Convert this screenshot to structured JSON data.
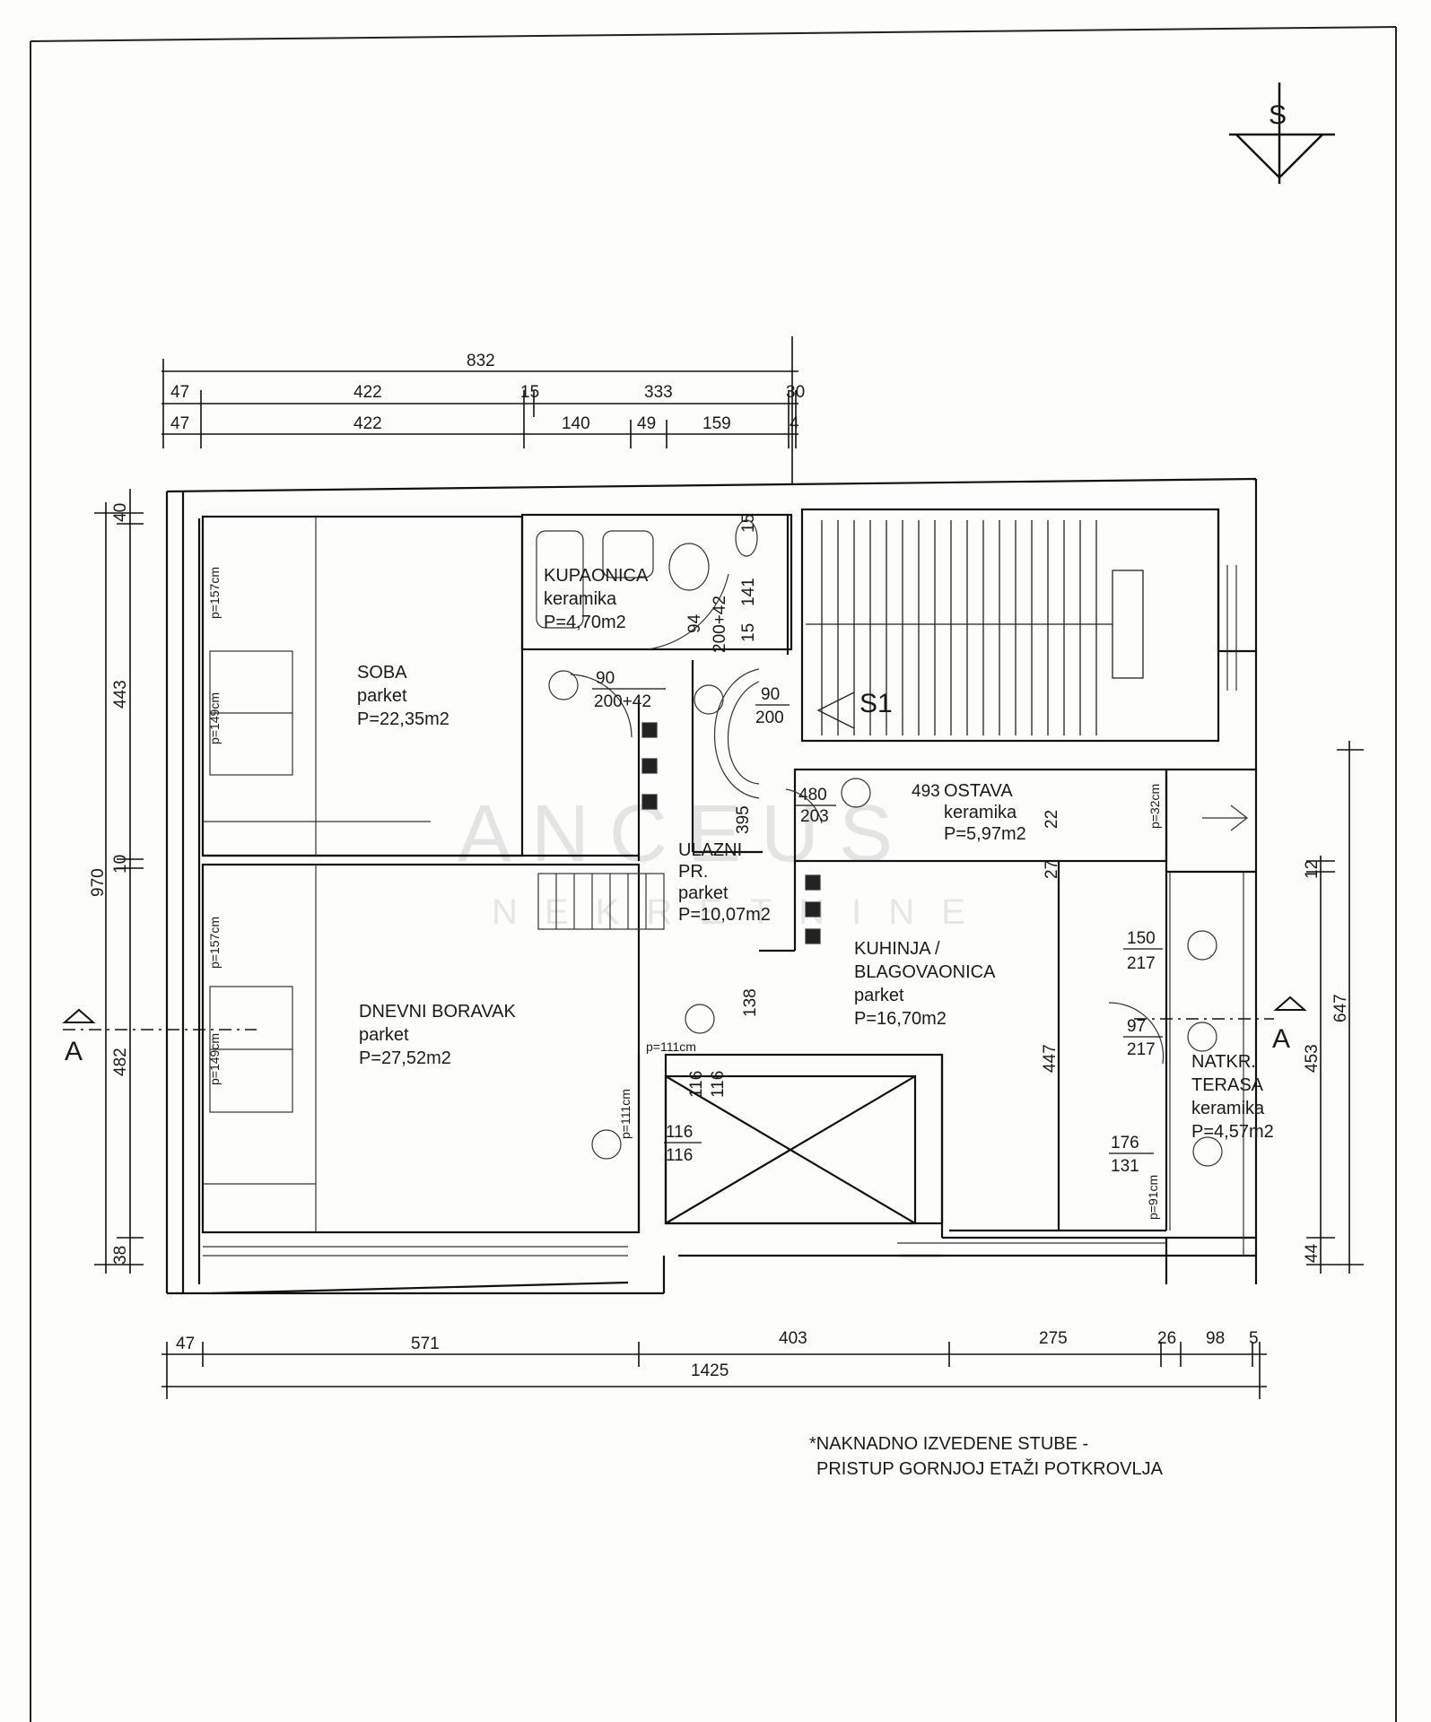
{
  "north": {
    "label": "S"
  },
  "section_marks": {
    "left": "A",
    "right": "A"
  },
  "stair_mark": "S1",
  "rooms": [
    {
      "id": "kupaonica",
      "name": "KUPAONICA",
      "floor": "keramika",
      "area": "P=4,70m2"
    },
    {
      "id": "soba",
      "name": "SOBA",
      "floor": "parket",
      "area": "P=22,35m2"
    },
    {
      "id": "ostava",
      "name": "OSTAVA",
      "floor": "keramika",
      "area": "P=5,97m2"
    },
    {
      "id": "ulazni",
      "name": "ULAZNI",
      "name2": "PR.",
      "floor": "parket",
      "area": "P=10,07m2"
    },
    {
      "id": "kuhinja",
      "name": "KUHINJA /",
      "name2": "BLAGOVAONICA",
      "floor": "parket",
      "area": "P=16,70m2"
    },
    {
      "id": "dnevni",
      "name": "DNEVNI BORAVAK",
      "floor": "parket",
      "area": "P=27,52m2"
    },
    {
      "id": "terasa",
      "name": "NATKR.",
      "name2": "TERASA",
      "floor": "keramika",
      "area": "P=4,57m2"
    }
  ],
  "dims_top": {
    "total": "832",
    "row2": [
      "47",
      "422",
      "15",
      "333",
      "30"
    ],
    "row3": [
      "47",
      "422",
      "140",
      "49",
      "159",
      "4"
    ]
  },
  "dims_bottom": {
    "row1": [
      "47",
      "571",
      "403",
      "275",
      "26",
      "98",
      "5"
    ],
    "total": "1425"
  },
  "dims_left": {
    "total": "970",
    "parts": [
      "40",
      "443",
      "10",
      "482",
      "38"
    ]
  },
  "dims_right": {
    "total": "647",
    "parts": [
      "12",
      "453",
      "44"
    ]
  },
  "openings": {
    "kup_door": [
      "94",
      "200+42"
    ],
    "kup_h": [
      "15",
      "141",
      "15"
    ],
    "soba_door": [
      "90",
      "200+42"
    ],
    "entry_door": [
      "90",
      "200"
    ],
    "ostava_door": [
      "480",
      "203"
    ],
    "ostava_493": "493",
    "ostava_22": "22",
    "ostava_27": "27",
    "hall_395": "395",
    "hall_138": "138",
    "kuh_447": "447",
    "kuh_win1": [
      "150",
      "217"
    ],
    "kuh_win2": [
      "97",
      "217"
    ],
    "ter_win": [
      "176",
      "131"
    ],
    "void_116a": [
      "116",
      "116"
    ],
    "void_116b": [
      "116",
      "116"
    ],
    "p_marks": {
      "soba_a": "p=157cm",
      "soba_b": "p=149cm",
      "dnevni_a": "p=157cm",
      "dnevni_b": "p=149cm",
      "void_top": "p=111cm",
      "void_left": "p=111cm",
      "ter": "p=91cm",
      "ostava": "p=32cm"
    }
  },
  "note": [
    "*NAKNADNO IZVEDENE STUBE -",
    "PRISTUP GORNJOJ ETAŽI POTKROVLJA"
  ],
  "watermark": {
    "main": "ANCEUS",
    "sub": "NEKRETNINE"
  }
}
